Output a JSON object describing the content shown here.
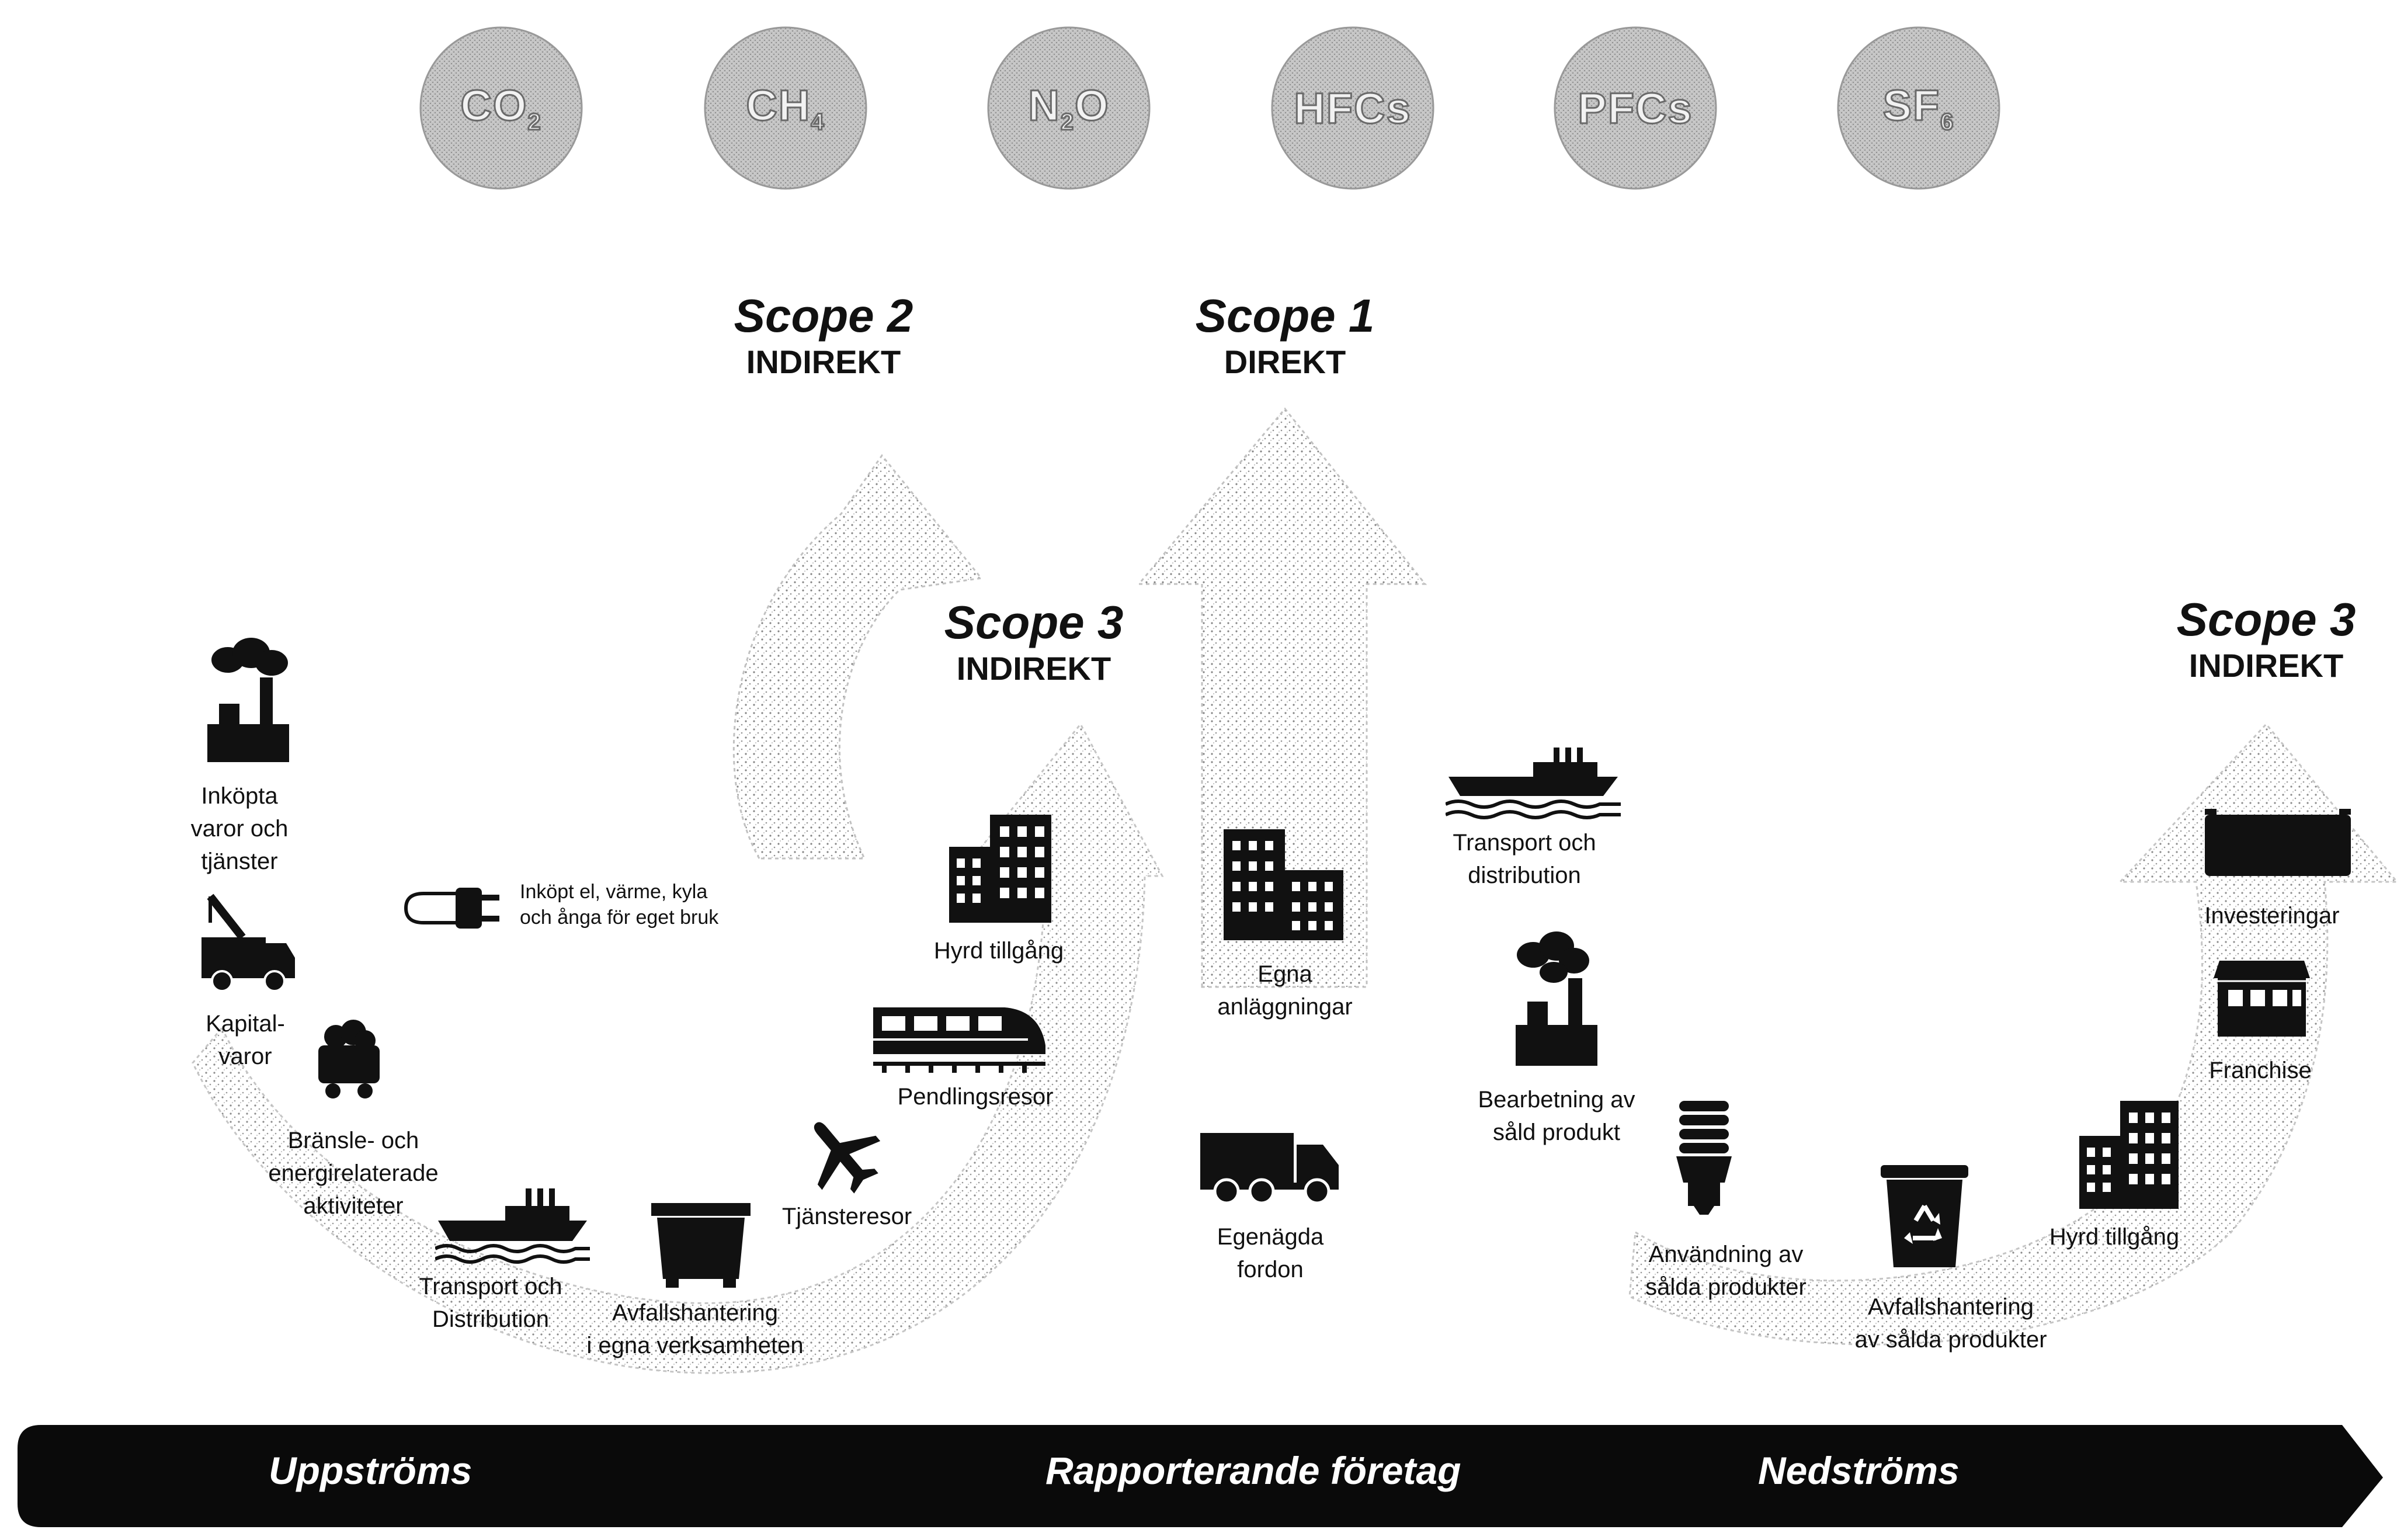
{
  "gases": [
    {
      "base": "CO",
      "sub": "2"
    },
    {
      "base": "CH",
      "sub": "4"
    },
    {
      "base": "N",
      "sub": "2",
      "tail": "O"
    },
    {
      "base": "HFCs",
      "sub": ""
    },
    {
      "base": "PFCs",
      "sub": ""
    },
    {
      "base": "SF",
      "sub": "6"
    }
  ],
  "scopes": {
    "scope2": {
      "title": "Scope 2",
      "type": "INDIREKT"
    },
    "scope1": {
      "title": "Scope 1",
      "type": "DIREKT"
    },
    "scope3_up": {
      "title": "Scope 3",
      "type": "INDIREKT"
    },
    "scope3_down": {
      "title": "Scope 3",
      "type": "INDIREKT"
    }
  },
  "upstream": {
    "purchased_goods": [
      "Inköpta",
      "varor och",
      "tjänster"
    ],
    "purchased_energy": [
      "Inköpt el, värme, kyla",
      "och ånga för eget bruk"
    ],
    "capital_goods": [
      "Kapital-",
      "varor"
    ],
    "fuel_energy": [
      "Bränsle- och",
      "energirelaterade",
      "aktiviteter"
    ],
    "transport": [
      "Transport och",
      "Distribution"
    ],
    "waste": [
      "Avfallshantering",
      "i egna verksamheten"
    ],
    "business_travel": "Tjänsteresor",
    "commuting": "Pendlingsresor",
    "leased_assets": "Hyrd tillgång"
  },
  "company": {
    "facilities": [
      "Egna",
      "anläggningar"
    ],
    "vehicles": [
      "Egenägda",
      "fordon"
    ]
  },
  "downstream": {
    "transport": [
      "Transport och",
      "distribution"
    ],
    "processing": [
      "Bearbetning av",
      "såld produkt"
    ],
    "use": [
      "Användning av",
      "sålda produkter"
    ],
    "end_of_life": [
      "Avfallshantering",
      "av sålda produkter"
    ],
    "leased_assets": "Hyrd tillgång",
    "franchise": "Franchise",
    "investments": "Investeringar"
  },
  "band": {
    "upstream": "Uppströms",
    "company": "Rapporterande företag",
    "downstream": "Nedströms"
  }
}
